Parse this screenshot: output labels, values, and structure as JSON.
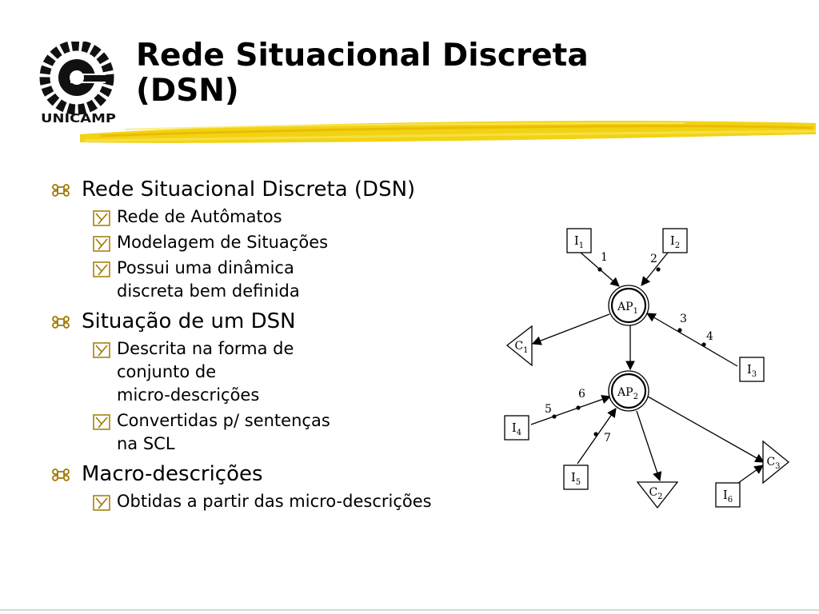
{
  "logo": {
    "text": "UNICAMP"
  },
  "title": {
    "line1": "Rede Situacional Discreta",
    "line2": "(DSN)"
  },
  "bullets": [
    {
      "text": "Rede Situacional Discreta (DSN)",
      "subs": [
        {
          "lines": [
            "Rede de Autômatos"
          ]
        },
        {
          "lines": [
            "Modelagem de Situações"
          ]
        },
        {
          "lines": [
            "Possui uma dinâmica",
            "discreta bem definida"
          ]
        }
      ]
    },
    {
      "text": "Situação de um DSN",
      "subs": [
        {
          "lines": [
            "Descrita na forma de",
            "conjunto de",
            "micro-descrições"
          ]
        },
        {
          "lines": [
            "Convertidas p/ sentenças",
            "na SCL"
          ]
        }
      ]
    },
    {
      "text": "Macro-descrições",
      "subs": [
        {
          "lines": [
            "Obtidas a partir das micro-descrições"
          ]
        }
      ]
    }
  ],
  "diagram": {
    "nodes": {
      "I1": {
        "base": "I",
        "sub": "1"
      },
      "I2": {
        "base": "I",
        "sub": "2"
      },
      "I3": {
        "base": "I",
        "sub": "3"
      },
      "I4": {
        "base": "I",
        "sub": "4"
      },
      "I5": {
        "base": "I",
        "sub": "5"
      },
      "I6": {
        "base": "I",
        "sub": "6"
      },
      "AP1": {
        "base": "AP",
        "sub": "1"
      },
      "AP2": {
        "base": "AP",
        "sub": "2"
      },
      "C1": {
        "base": "C",
        "sub": "1"
      },
      "C2": {
        "base": "C",
        "sub": "2"
      },
      "C3": {
        "base": "C",
        "sub": "3"
      }
    },
    "edge_labels": [
      "1",
      "2",
      "3",
      "4",
      "5",
      "6",
      "7"
    ]
  }
}
